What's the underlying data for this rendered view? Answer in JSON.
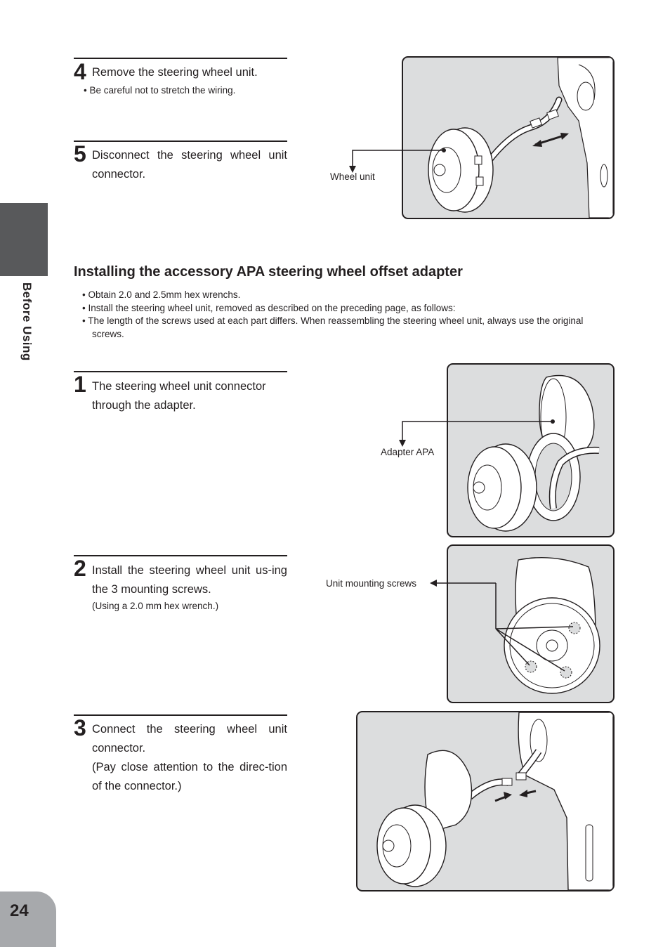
{
  "side_tab": {
    "label": "Before Using"
  },
  "page_number": "24",
  "steps_top": [
    {
      "number": "4",
      "text": "Remove the steering wheel unit.",
      "note": "• Be careful not to stretch the wiring."
    },
    {
      "number": "5",
      "text": "Disconnect the steering wheel unit connector."
    }
  ],
  "section": {
    "title": "Installing the accessory APA steering wheel offset adapter",
    "bullets": [
      "• Obtain 2.0 and 2.5mm hex wrenchs.",
      "• Install the steering wheel unit, removed as described on the preceding page, as follows:",
      "• The length of the screws used at each part differs. When reassembling the steering wheel unit, always use the original screws."
    ]
  },
  "steps_bottom": [
    {
      "number": "1",
      "text": "The steering wheel unit connector through the adapter."
    },
    {
      "number": "2",
      "text": "Install the steering wheel unit us-ing the 3 mounting screws.",
      "note": "(Using a 2.0 mm hex wrench.)"
    },
    {
      "number": "3",
      "text": "Connect the steering wheel unit connector.",
      "text2": "(Pay close attention to the direc-tion of the connector.)"
    }
  ],
  "callouts": {
    "wheel_unit": "Wheel unit",
    "adapter_apa": "Adapter APA",
    "unit_mounting_screws": "Unit mounting screws"
  },
  "colors": {
    "text": "#231f20",
    "side_tab": "#58595b",
    "page_tab": "#a7a9ac",
    "figure_bg": "#dcddde"
  }
}
